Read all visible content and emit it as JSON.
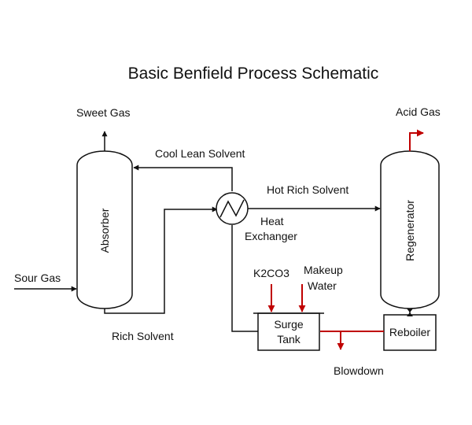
{
  "title": "Basic Benfield Process Schematic",
  "equipment": {
    "absorber": "Absorber",
    "regenerator": "Regenerator",
    "heat_exchanger_line1": "Heat",
    "heat_exchanger_line2": "Exchanger",
    "surge_tank_line1": "Surge",
    "surge_tank_line2": "Tank",
    "reboiler": "Reboiler"
  },
  "streams": {
    "sweet_gas": "Sweet Gas",
    "sour_gas": "Sour Gas",
    "acid_gas": "Acid Gas",
    "cool_lean_solvent": "Cool Lean Solvent",
    "hot_rich_solvent": "Hot Rich Solvent",
    "rich_solvent": "Rich Solvent",
    "k2co3": "K2CO3",
    "makeup_water_line1": "Makeup",
    "makeup_water_line2": "Water",
    "blowdown": "Blowdown"
  },
  "colors": {
    "line": "#111111",
    "highlight": "#c00000",
    "background": "#ffffff"
  }
}
